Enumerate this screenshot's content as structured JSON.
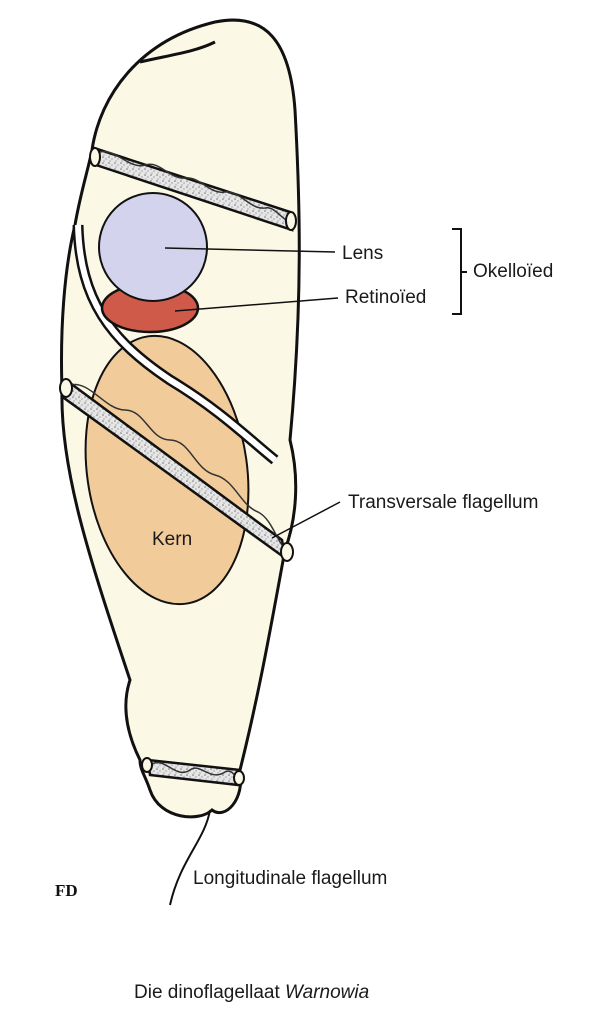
{
  "diagram": {
    "labels": {
      "lens": "Lens",
      "retinoid": "Retinoïed",
      "ocelloid": "Okelloïed",
      "nucleus": "Kern",
      "transverse_flagellum": "Transversale flagellum",
      "longitudinal_flagellum": "Longitudinale flagellum"
    },
    "signature": "FD",
    "caption": {
      "prefix": "Die dinoflagellaat ",
      "genus": "Warnowia"
    },
    "colors": {
      "cell_body": "#fcf8e6",
      "lens": "#d3d3ee",
      "retinoid": "#cf5a4a",
      "nucleus": "#f2cb9a",
      "groove": "#d8d8d8",
      "outline": "#111111"
    }
  }
}
